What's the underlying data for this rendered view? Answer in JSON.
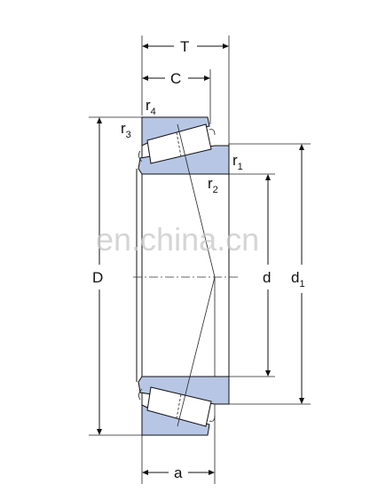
{
  "labels": {
    "T": "T",
    "C": "C",
    "r4_base": "r",
    "r4_sub": "4",
    "r3_base": "r",
    "r3_sub": "3",
    "r1_base": "r",
    "r1_sub": "1",
    "r2_base": "r",
    "r2_sub": "2",
    "D": "D",
    "d": "d",
    "d1_base": "d",
    "d1_sub": "1",
    "a": "a"
  },
  "watermark": "en.china.cn",
  "colors": {
    "ring_fill": "#b7c6e4",
    "roller_fill": "#ffffff",
    "line": "#111111"
  }
}
